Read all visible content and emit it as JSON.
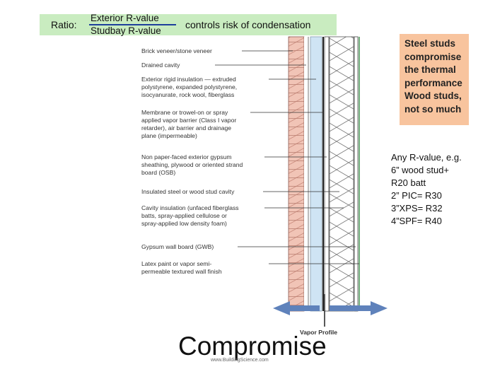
{
  "ratio": {
    "label": "Ratio:",
    "numerator": "Exterior R-value",
    "denominator": "Studbay R-value",
    "rest": "controls risk of condensation"
  },
  "wall_labels": [
    "Brick veneer/stone veneer",
    "Drained cavity",
    "Exterior rigid insulation — extruded\npolystyrene, expanded polystyrene,\nisocyanurate, rock wool, fiberglass",
    "Membrane or trowel-on or spray\napplied vapor barrier (Class I vapor\nretarder), air barrier and drainage\nplane (impermeable)",
    "Non paper-faced exterior gypsum\nsheathing, plywood or oriented strand\nboard (OSB)",
    "Insulated steel or wood stud cavity",
    "Cavity insulation (unfaced fiberglass\nbatts, spray-applied cellulose or\nspray-applied low density foam)",
    "Gypsum wall board (GWB)",
    "Latex paint or vapor semi-\npermeable textured wall finish"
  ],
  "steel_note": "Steel studs\ncompromise\nthe thermal\nperformance\nWood studs,\nnot so much",
  "rvalue_note": "Any R-value, e.g.\n6” wood stud+\nR20 batt\n2” PIC= R30\n3”XPS= R32\n4”SPF= R40",
  "vapor_profile": "Vapor Profile",
  "title": "Compromise",
  "credit": "www.BuildingScience.com",
  "colors": {
    "ratio_box": "#c9ecc0",
    "steel_box": "#f8c49e",
    "brick": "#f1c4b6",
    "insulation_blue": "#cfe4f4",
    "arrow_blue": "#5f82bb"
  }
}
